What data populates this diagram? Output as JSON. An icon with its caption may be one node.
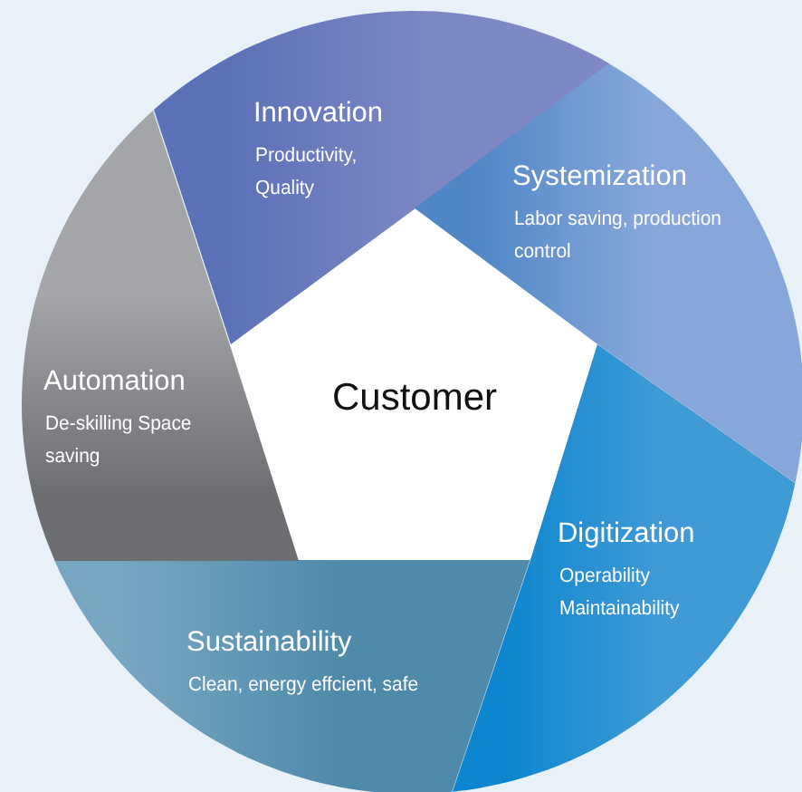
{
  "diagram": {
    "nodes": [
      {
        "text": [
          "Customer"
        ]
      },
      {
        "text": [
          "Innovation",
          "Productivity, Quality"
        ]
      },
      {
        "text": [
          "Systemization",
          "Labor saving, production control"
        ]
      },
      {
        "text": [
          "Digitization",
          "Operability Maintainability"
        ]
      },
      {
        "text": [
          "Sustainability",
          "Clean, energy effcient, safe"
        ]
      },
      {
        "text": [
          "Automation",
          "De-skilling Space saving"
        ]
      }
    ]
  }
}
